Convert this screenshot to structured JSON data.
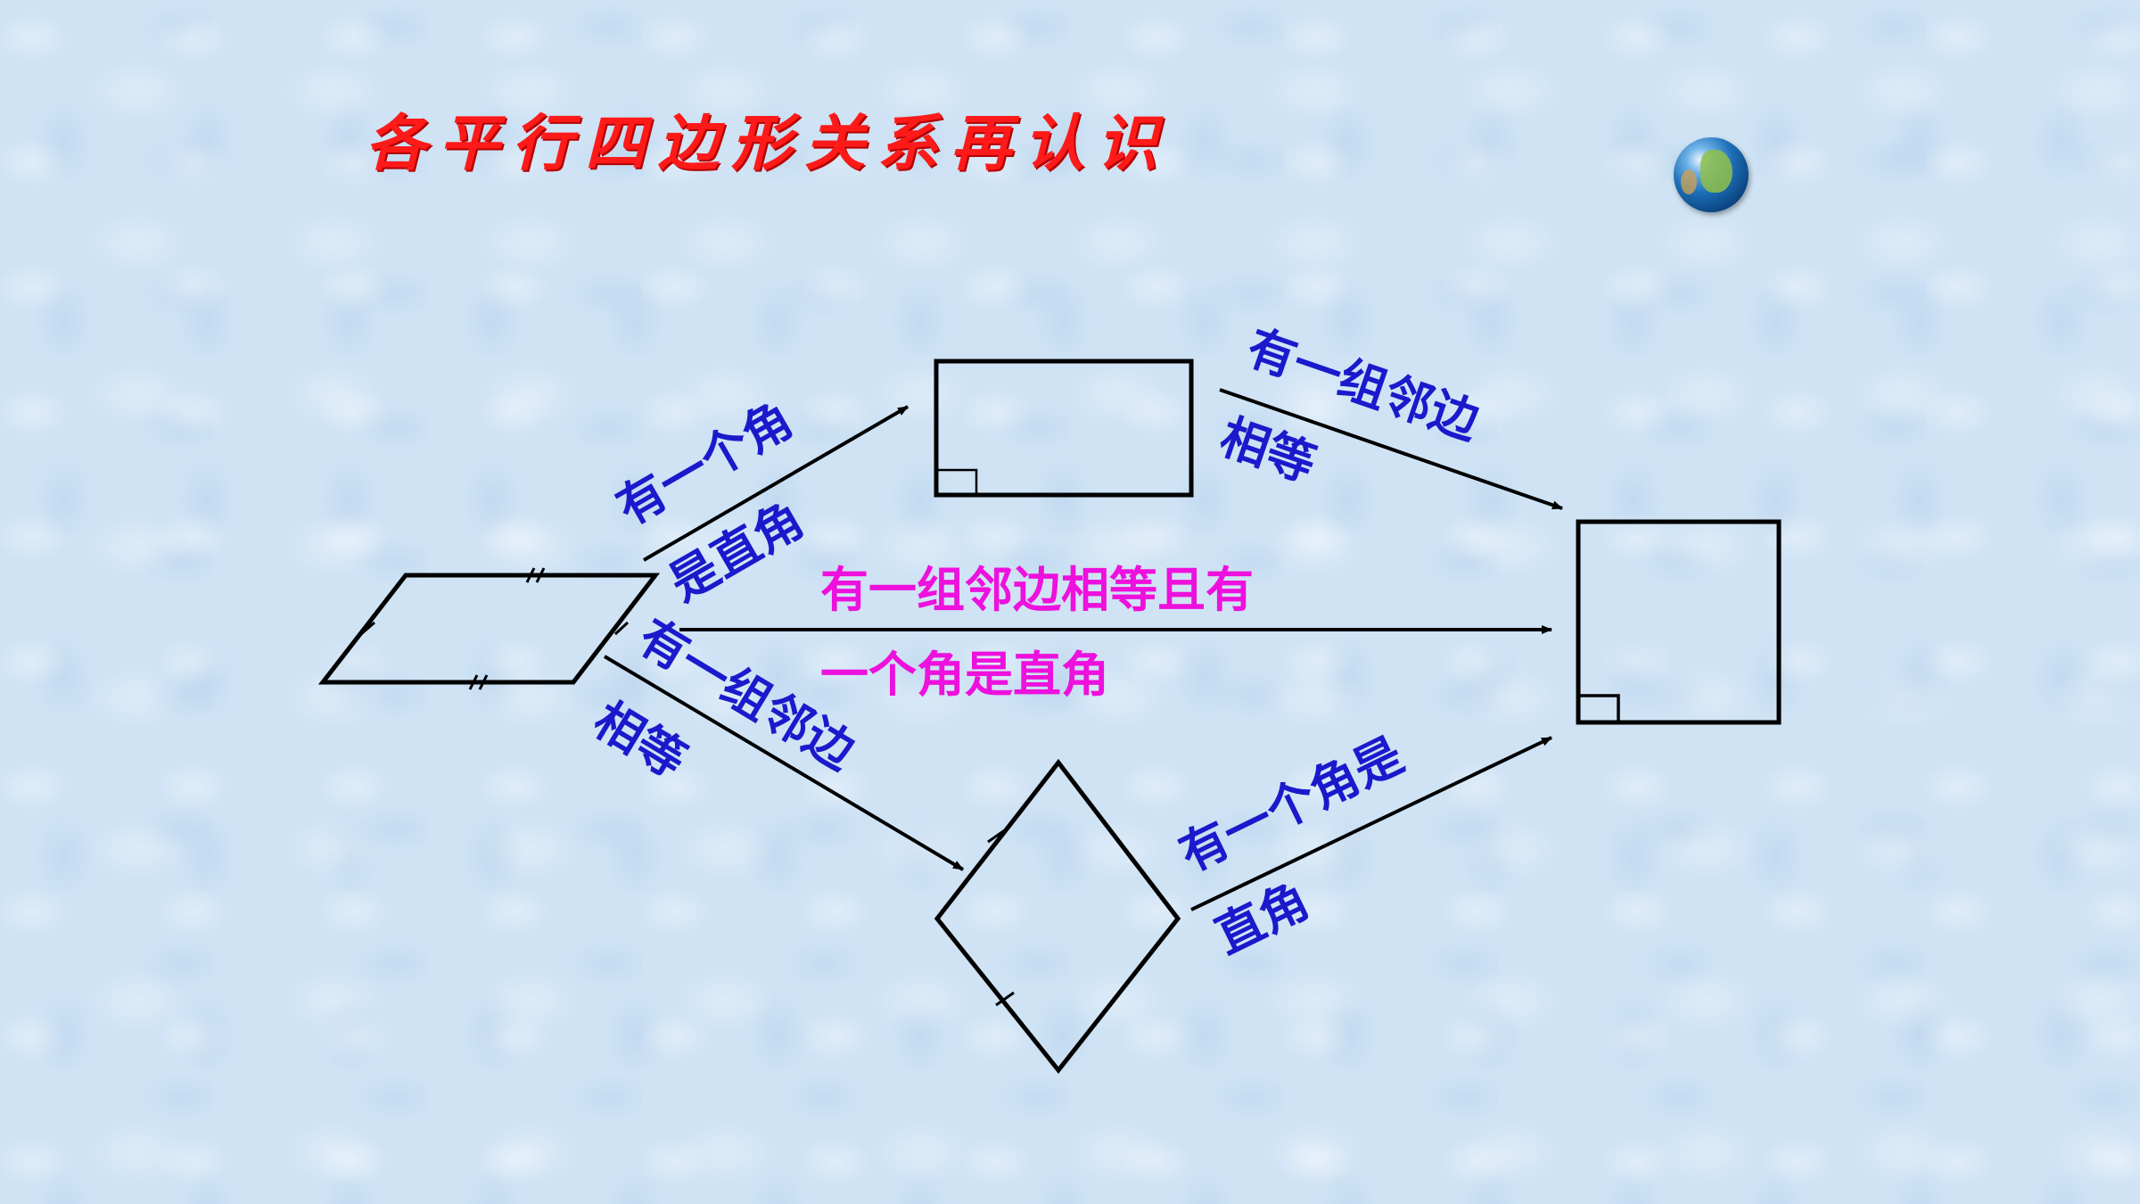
{
  "title": "各平行四边形关系再认识",
  "labels": {
    "para_to_rect_line1": "有一个角",
    "para_to_rect_line2": "是直角",
    "rect_to_square_line1": "有一组邻边",
    "rect_to_square_line2": "相等",
    "para_to_square_line1": "有一组邻边相等且有",
    "para_to_square_line2": "一个角是直角",
    "para_to_rhombus_line1": "有一组邻边",
    "para_to_rhombus_line2": "相等",
    "rhombus_to_square_line1": "有一个角是",
    "rhombus_to_square_line2": "直角"
  },
  "colors": {
    "title": "#ff1a1a",
    "edge_label": "#1a1acc",
    "center_label": "#ee10dd",
    "stroke": "#000000"
  },
  "shapes": [
    "parallelogram",
    "rectangle",
    "square",
    "rhombus"
  ],
  "icons": [
    "globe-icon"
  ]
}
